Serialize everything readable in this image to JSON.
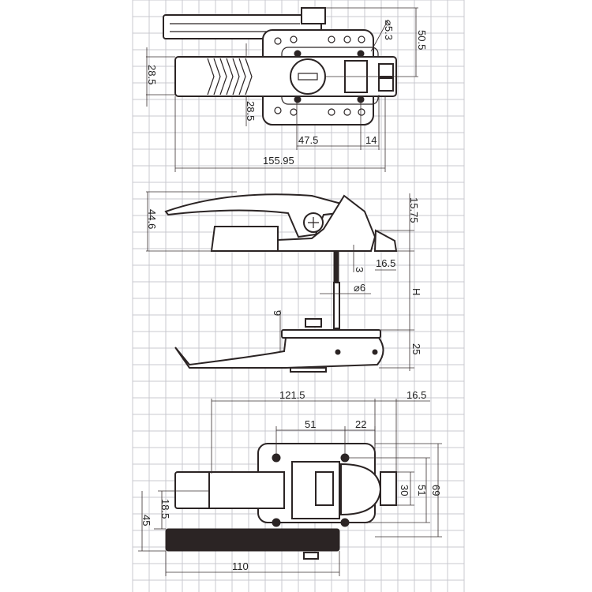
{
  "drawing": {
    "top_view": {
      "dims": {
        "dia_hole": "⌀5.3",
        "height_total": "50.5",
        "handle_width": "28.5",
        "offset": "28.5",
        "hole_spacing": "47.5",
        "edge": "14",
        "length": "155.95"
      }
    },
    "side_view": {
      "dims": {
        "height": "44.6",
        "tongue": "15.75",
        "tongue_len": "16.5",
        "gap": "3",
        "rod_dia": "⌀6",
        "h": "H",
        "hook": "9",
        "keeper": "25"
      }
    },
    "bottom_view": {
      "dims": {
        "length": "121.5",
        "overhang": "16.5",
        "hole_spacing": "51",
        "offset": "22",
        "slot": "30",
        "holes_v": "51",
        "height": "69",
        "handle_offset": "18.5",
        "handle_h": "45",
        "handle_len": "110"
      }
    }
  }
}
